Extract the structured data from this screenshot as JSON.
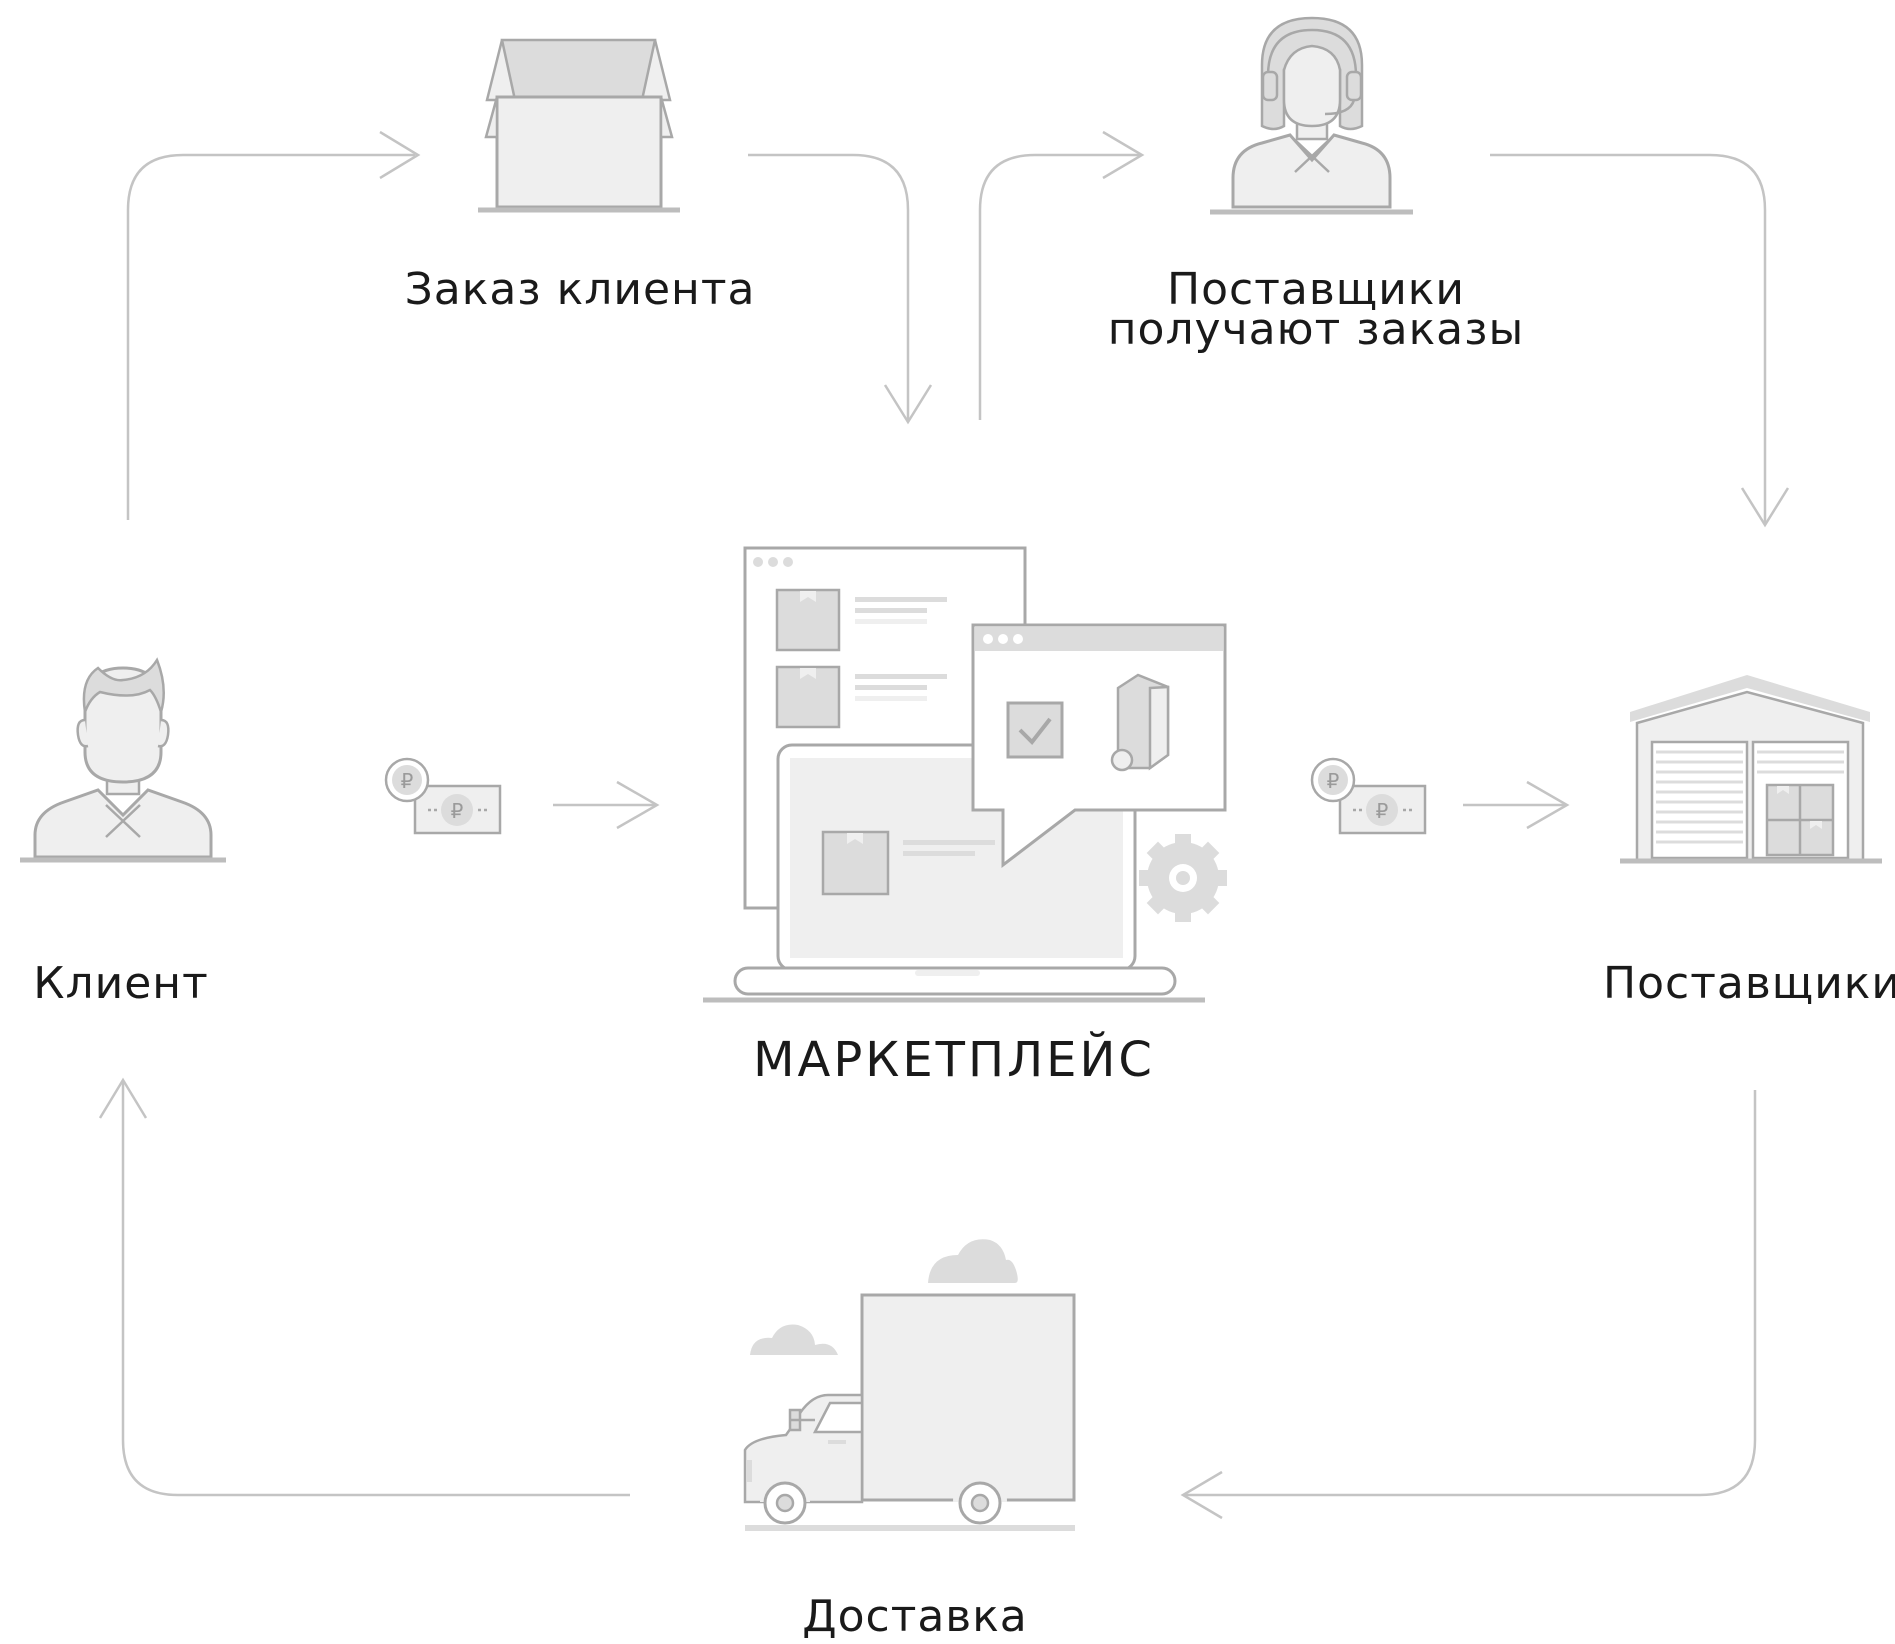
{
  "labels": {
    "customer_order": "Заказ клиента",
    "suppliers_receive_line1": "Поставщики",
    "suppliers_receive_line2": "получают заказы",
    "client": "Клиент",
    "suppliers": "Поставщики",
    "marketplace": "МАРКЕТПЛЕЙС",
    "delivery": "Доставка"
  },
  "currency_symbol": "₽",
  "colors": {
    "line": "#bdbdbd",
    "icon_stroke": "#a8a8a8",
    "icon_fill": "#efefef",
    "icon_fill_dark": "#dcdcdc",
    "text": "#1a1a1a"
  }
}
